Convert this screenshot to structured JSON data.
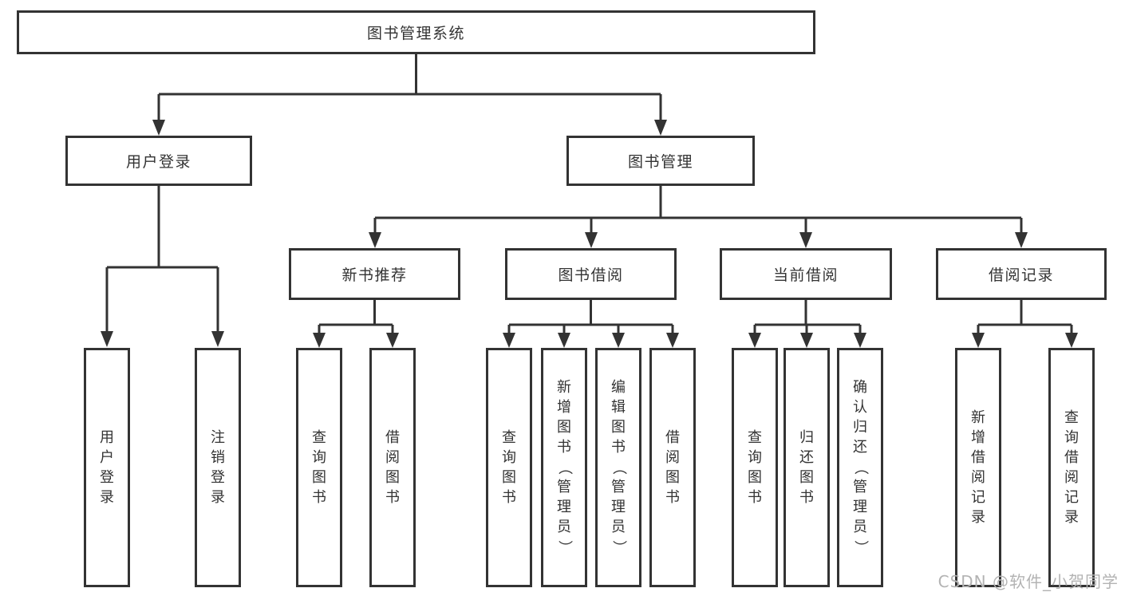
{
  "diagram": {
    "title": "图书管理系统",
    "tree": {
      "root": {
        "label": "图书管理系统"
      },
      "level2": [
        {
          "label": "用户登录",
          "children": [
            "用户登录",
            "注销登录"
          ]
        },
        {
          "label": "图书管理"
        }
      ],
      "level3": [
        {
          "label": "新书推荐",
          "children": [
            "查询图书",
            "借阅图书"
          ]
        },
        {
          "label": "图书借阅",
          "children": [
            "查询图书",
            "新增图书（管理员）",
            "编辑图书（管理员）",
            "借阅图书"
          ]
        },
        {
          "label": "当前借阅",
          "children": [
            "查询图书",
            "归还图书",
            "确认归还（管理员）"
          ]
        },
        {
          "label": "借阅记录",
          "children": [
            "新增借阅记录",
            "查询借阅记录"
          ]
        }
      ]
    },
    "colors": {
      "line": "#333333",
      "box_border": "#333333",
      "text": "#333333",
      "watermark": "#b3b3b3",
      "background": "#ffffff"
    },
    "watermark": "CSDN @软件_小贺同学"
  }
}
